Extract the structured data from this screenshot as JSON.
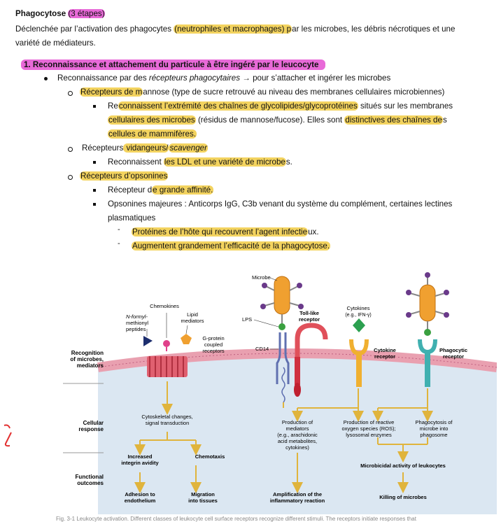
{
  "doc": {
    "title_main": "Phagocytose ",
    "title_hl": "(3 étapes)",
    "intro_1a": "Déclenchée par l’activation des phagocytes ",
    "intro_1b": "(neutrophiles et macrophages) p",
    "intro_1c": "ar les microbes, les débris nécrotiques et une",
    "intro_2": "variété de médiateurs.",
    "section1": "1.   Reconnaissance et attachement du particule à être ingéré par le leucocyte",
    "b1a": "Reconnaissance par des ",
    "b1b": "récepteurs phagocytaires",
    "b1c": " → pour s’attacher et ingérer les microbes",
    "r1a": "Récepteurs de m",
    "r1b": "annose (type de sucre retrouvé au niveau des membranes cellulaires microbiennes)",
    "r1s1a": "Re",
    "r1s1b": "connaissent l’extrémité des chaînes de glycolipides/glycoprotéines",
    "r1s1c": " situés sur les membranes",
    "r1s2a": "cellulaires des microbes",
    "r1s2b": " (résidus de mannose/fucose). Elles sont ",
    "r1s2c": "distinctives des chaînes de",
    "r1s2d": "s",
    "r1s3": "cellules de mammifères.",
    "r2a": "Récepteurs",
    "r2b": " vidangeurs/",
    "r2c": "scavenger",
    "r2s1a": "Reconnaissent ",
    "r2s1b": "les LDL et une variété de microbe",
    "r2s1c": "s.",
    "r3": "Récepteurs d’opsonines",
    "r3s1a": "Récepteur d",
    "r3s1b": "e grande affinité.",
    "r3s2": "Opsonines majeures : Anticorps IgG, C3b venant du système du complément, certaines lectines",
    "r3s3": "plasmatiques",
    "d1a": "Protéines de l’hôte qui recouvrent l’agent infectie",
    "d1b": "ux.",
    "d2": "Augmentent grandement l’efficacité de la phagocytose.",
    "caption": "Fig. 3-1 Leukocyte activation. Different classes of leukocyte cell surface receptors recognize different stimuli. The receptors initiate responses that"
  },
  "figure": {
    "microbe": "Microbe",
    "chemokines": "Chemokines",
    "nformyl1": "N-formyl-",
    "nformyl2": "methionyl",
    "nformyl3": "peptides",
    "lipid1": "Lipid",
    "lipid2": "mediators",
    "gprot1": "G-protein",
    "gprot2": "coupled",
    "gprot3": "receptors",
    "lps": "LPS",
    "cd14": "CD14",
    "tlr1": "Toll-like",
    "tlr2": "receptor",
    "cyto1": "Cytokines",
    "cyto2": "(e.g., IFN-γ)",
    "cytorec1": "Cytokine",
    "cytorec2": "receptor",
    "phagorec1": "Phagocytic",
    "phagorec2": "receptor",
    "recog1": "Recognition",
    "recog2": "of microbes,",
    "recog3": "mediators",
    "cellular1": "Cellular",
    "cellular2": "response",
    "functional1": "Functional",
    "functional2": "outcomes",
    "cytoskel1": "Cytoskeletal changes,",
    "cytoskel2": "signal transduction",
    "prodmed1": "Production of",
    "prodmed2": "mediators",
    "prodmed3": "(e.g., arachidonic",
    "prodmed4": "acid metabolites,",
    "prodmed5": "cytokines)",
    "ros1": "Production of reactive",
    "ros2": "oxygen species (ROS);",
    "ros3": "lysosomal enzymes",
    "phago1": "Phagocytosis of",
    "phago2": "microbe into",
    "phago3": "phagosome",
    "integrin1": "Increased",
    "integrin2": "integrin avidity",
    "chemotaxis": "Chemotaxis",
    "microbicidal": "Microbicidal activity of leukocytes",
    "adhesion1": "Adhesion to",
    "adhesion2": "endothelium",
    "migration1": "Migration",
    "migration2": "into tissues",
    "ampl1": "Amplification of the",
    "ampl2": "inflammatory reaction",
    "killing": "Killing of microbes"
  },
  "colors": {
    "highlight_yellow": "#f3d35f",
    "highlight_pink": "#e86ad8",
    "arrow_gold": "#e0b43c",
    "membrane_pink": "#e9a0b0",
    "cell_blue": "#dbe7f2",
    "microbe_orange": "#f0a030"
  }
}
